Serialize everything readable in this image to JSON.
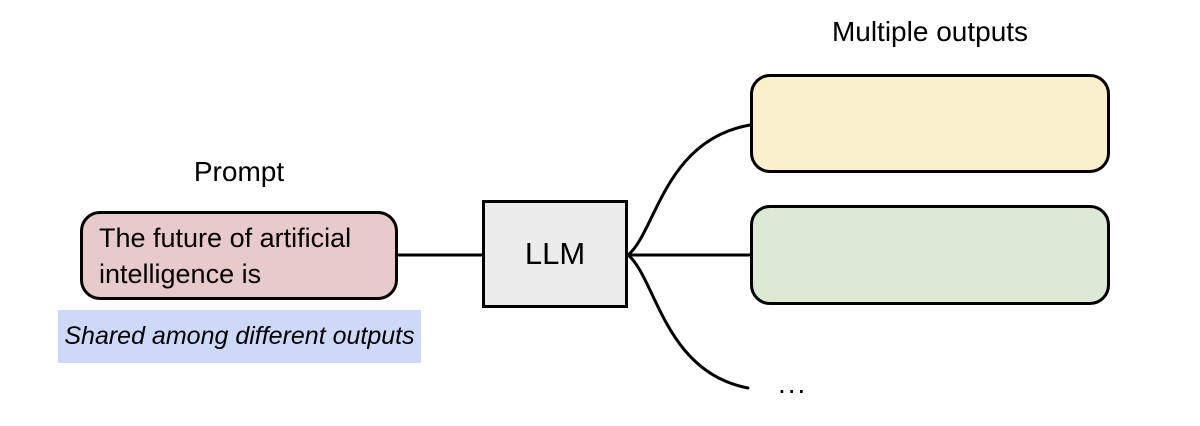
{
  "prompt": {
    "title": "Prompt",
    "text_line1": "The future of artificial",
    "text_line2": "intelligence is",
    "note": "Shared among different outputs"
  },
  "llm": {
    "label": "LLM"
  },
  "outputs": {
    "title": "Multiple outputs",
    "ellipsis": "..."
  },
  "colors": {
    "prompt_fill": "#e9caca",
    "note_fill": "#cdd9f7",
    "llm_fill": "#ececec",
    "output_1_fill": "#faf0cc",
    "output_2_fill": "#dce9d5",
    "stroke": "#000000"
  }
}
